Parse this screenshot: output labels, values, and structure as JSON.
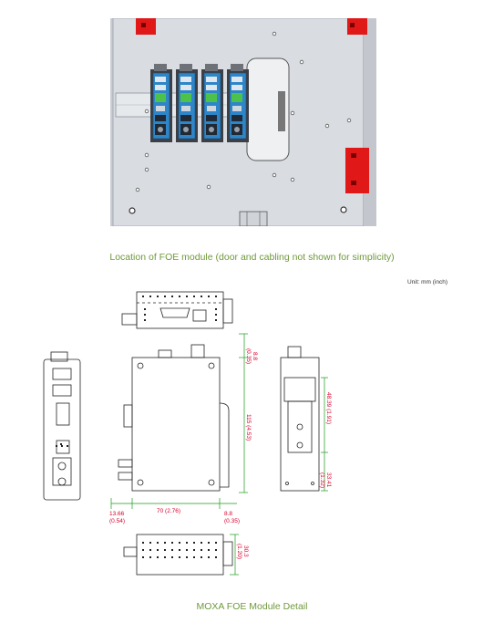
{
  "top_figure": {
    "caption": "Location of FOE module (door and cabling not shown for simplicity)",
    "module_count": 4
  },
  "bottom_figure": {
    "unit_note": "Unit: mm (inch)",
    "caption": "MOXA FOE Module Detail",
    "dimensions": {
      "top_offset": "8.8",
      "top_offset_in": "(0.35)",
      "height": "115 (4.53)",
      "width": "70 (2.76)",
      "left_offset": "13.66",
      "left_offset_in": "(0.54)",
      "right_offset": "8.8",
      "right_offset_in": "(0.35)",
      "rail_upper": "48.39 (1.91)",
      "rail_lower": "33.41",
      "rail_lower_in": "(1.32)",
      "depth": "30.3",
      "depth_in": "(1.20)"
    }
  },
  "colors": {
    "caption": "#6f9a3c",
    "dimension": "#d9002b",
    "dimension_line": "#1a9a1a",
    "module_blue": "#2e86c8",
    "bracket_red": "#e01818"
  }
}
